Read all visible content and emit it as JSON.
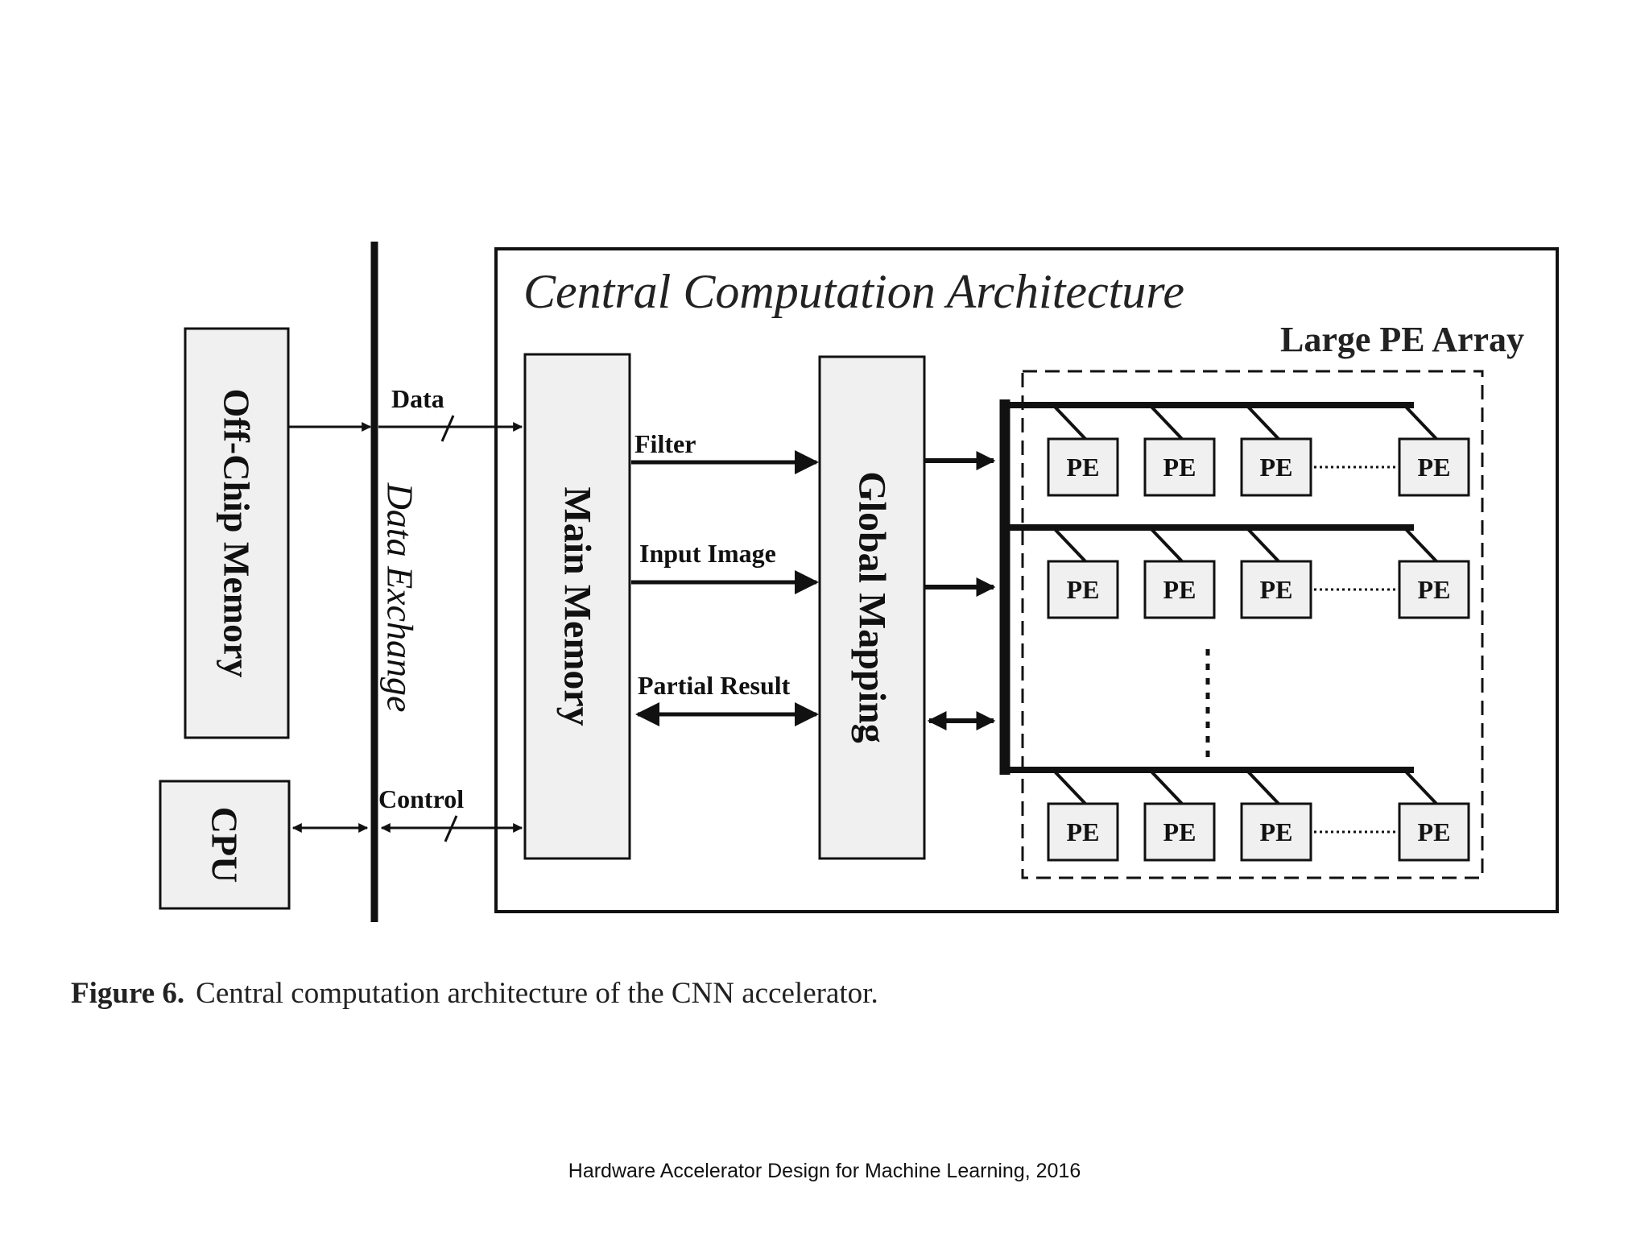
{
  "diagram": {
    "container_title": "Central Computation Architecture",
    "pe_array_label": "Large PE Array",
    "blocks": {
      "off_chip_memory": "Off-Chip Memory",
      "cpu": "CPU",
      "data_exchange": "Data Exchange",
      "main_memory": "Main Memory",
      "global_mapping": "Global Mapping"
    },
    "signals": {
      "data": "Data",
      "control": "Control",
      "filter": "Filter",
      "input_image": "Input Image",
      "partial_result": "Partial Result"
    },
    "pe_label": "PE",
    "pe_rows": [
      [
        "PE",
        "PE",
        "PE",
        "PE"
      ],
      [
        "PE",
        "PE",
        "PE",
        "PE"
      ],
      [
        "PE",
        "PE",
        "PE",
        "PE"
      ]
    ]
  },
  "caption": {
    "label": "Figure 6.",
    "text": "Central computation architecture of the CNN accelerator."
  },
  "source": "Hardware Accelerator Design for Machine Learning, 2016"
}
